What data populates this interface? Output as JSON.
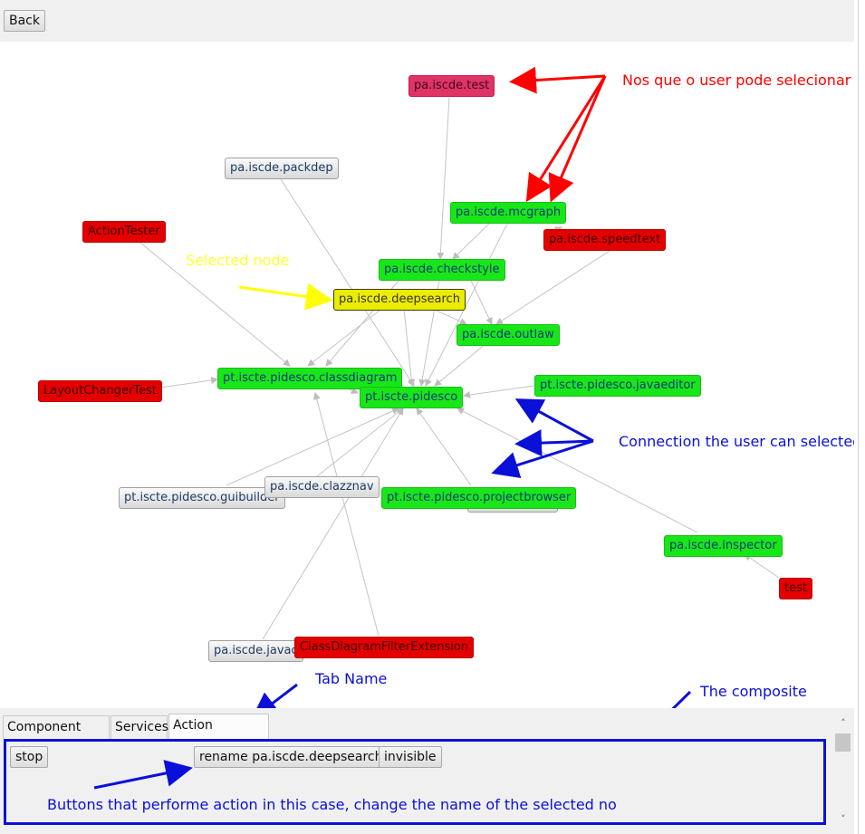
{
  "toolbar": {
    "back_label": "Back"
  },
  "nodes": {
    "pa_iscde_test": "pa.iscde.test",
    "pa_iscde_packdep": "pa.iscde.packdep",
    "pa_iscde_mcgraph": "pa.iscde.mcgraph",
    "action_tester": "ActionTester",
    "pa_iscde_speedtext": "pa.iscde.speedtext",
    "pa_iscde_checkstyle": "pa.iscde.checkstyle",
    "pa_iscde_deepsearch": "pa.iscde.deepsearch",
    "pa_iscde_outlaw": "pa.iscde.outlaw",
    "pt_classdiagram": "pt.iscte.pidesco.classdiagram",
    "layout_changer_test": "LayoutChangerTest",
    "pt_pidesco": "pt.iscte.pidesco",
    "pt_javaeditor": "pt.iscte.pidesco.javaeditor",
    "pt_guibuilder": "pt.iscte.pidesco.guibuilder",
    "pa_iscde_clazznav": "pa.iscde.clazznav",
    "pt_projectbrowser": "pt.iscte.pidesco.projectbrowser",
    "pa_iscde_inspector": "pa.iscde.inspector",
    "test": "test",
    "pa_iscde_javadoc": "pa.iscde.javac",
    "class_diagram_filter_extension": "ClassDiagramFilterExtension"
  },
  "annotations": {
    "selectable_nodes": "Nos que o user pode selecionar",
    "selected_node": "Selected node",
    "connection": "Connection the user can selected",
    "tab_name": "Tab Name",
    "composite": "The composite",
    "buttons_desc": "Buttons that performe action in this case, change the name of the selected no"
  },
  "tabs": [
    {
      "label": "Component Info"
    },
    {
      "label": "Services"
    },
    {
      "label": "Action Buttons"
    }
  ],
  "action_buttons": {
    "stop": "stop",
    "rename": "rename pa.iscde.deepsearch",
    "invisible": "invisible"
  },
  "colors": {
    "node_green": "#19e619",
    "node_red": "#e40000",
    "node_pink": "#e03366",
    "node_selected": "#ecec00",
    "annotation_red": "#ff0000",
    "annotation_yellow": "#ffff33",
    "annotation_blue": "#0a10d8"
  }
}
